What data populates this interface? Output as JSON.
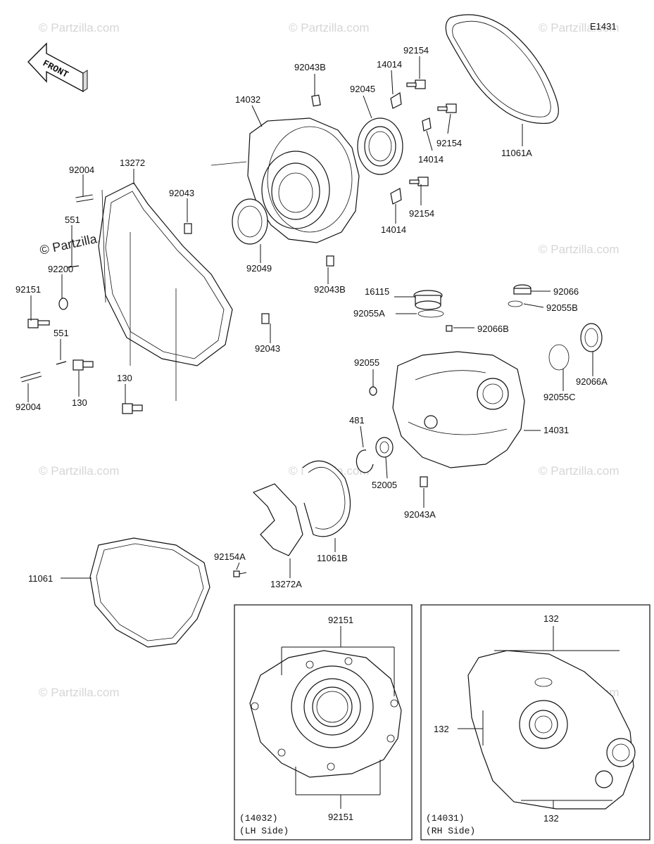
{
  "diagram_code": "E1431",
  "front_label": "FRONT",
  "watermark": "© Partzilla.com",
  "parts": {
    "p14032": "14032",
    "p92043B_top": "92043B",
    "p14014_top": "14014",
    "p92154_top": "92154",
    "p92045": "92045",
    "p92154_mid": "92154",
    "p14014_mid": "14014",
    "p11061A": "11061A",
    "p92004_top": "92004",
    "p13272": "13272",
    "p92043_a": "92043",
    "p92154_low": "92154",
    "p14014_low": "14014",
    "p551_top": "551",
    "p92200": "92200",
    "p92049": "92049",
    "p92151": "92151",
    "p92043B_low": "92043B",
    "p16115": "16115",
    "p92066": "92066",
    "p92055A": "92055A",
    "p92055B": "92055B",
    "p92066B": "92066B",
    "p551_low": "551",
    "p92043_b": "92043",
    "p92055": "92055",
    "p92066A": "92066A",
    "p130_a": "130",
    "p92004_low": "92004",
    "p130_b": "130",
    "p92055C": "92055C",
    "p481": "481",
    "p14031": "14031",
    "p52005": "52005",
    "p92043A": "92043A",
    "p92154A": "92154A",
    "p11061B": "11061B",
    "p11061": "11061",
    "p13272A": "13272A"
  },
  "inset_lh": {
    "top_label": "92151",
    "bottom_label": "92151",
    "caption_code": "(14032)",
    "caption_side": "(LH Side)"
  },
  "inset_rh": {
    "top_label": "132",
    "left_label": "132",
    "bottom_label": "132",
    "caption_code": "(14031)",
    "caption_side": "(RH Side)"
  }
}
